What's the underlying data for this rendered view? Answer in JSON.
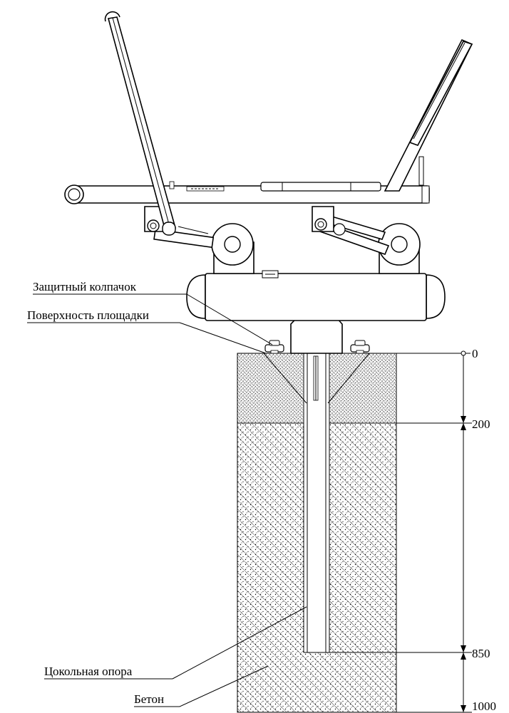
{
  "labels": {
    "cap": "Защитный колпачок",
    "surface": "Поверхность площадки",
    "base": "Цокольная опора",
    "concrete": "Бетон"
  },
  "dimensions": [
    "0",
    "200",
    "850",
    "1000"
  ]
}
